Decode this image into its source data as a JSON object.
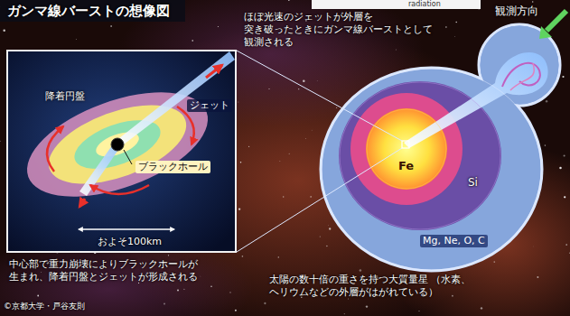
{
  "diagram": {
    "title": "ガンマ線バーストの想像図",
    "nodes": [
      {
        "text": [
          "降着円盤",
          "ジェット",
          "ブラックホール",
          "およそ100km"
        ]
      },
      {
        "text": [
          "Mg, Ne, O, C"
        ]
      },
      {
        "text": [
          "Si"
        ],
        "in": 1
      },
      {
        "text": [
          "Fe"
        ],
        "in": 2
      }
    ],
    "labels": [
      "radiation",
      "ほぼ光速のジェットが外層を 突き破ったときにガンマ線バーストとして 観測される",
      "観測方向",
      "中心部で重力崩壊によりブラックホールが 生まれ、降着円盤とジェットが形成される",
      "太陽の数十倍の重さを持つ大質量星 （水素、ヘリウムなどの外層がはがれている）",
      "©京都大学・戸谷友則"
    ]
  }
}
